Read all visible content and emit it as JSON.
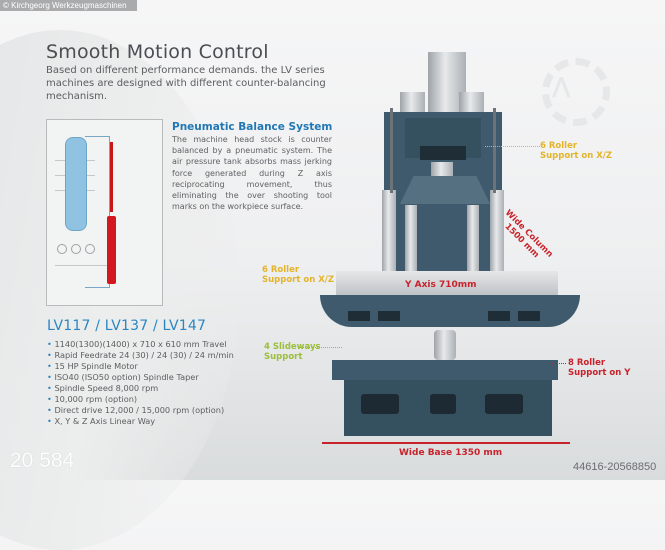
{
  "watermark": "© Kirchgeorg Werkzeugmaschinen",
  "header": {
    "title": "Smooth Motion Control",
    "subtitle": "Based on different performance demands. the LV series machines are designed with different counter-balancing mechanism."
  },
  "pneumatic": {
    "title": "Pneumatic Balance System",
    "body": "The machine head stock is counter balanced by a pneumatic system.  The air pressure tank absorbs mass jerking force generated during Z axis reciprocating movement, thus eliminating the over shooting tool marks on the workpiece surface."
  },
  "models": {
    "title": "LV117 / LV137 / LV147",
    "specs": [
      "1140(1300)(1400) x 710 x 610 mm Travel",
      "Rapid Feedrate 24 (30) / 24 (30) / 24 m/min",
      "15 HP Spindle Motor",
      "ISO40 (ISO50 option) Spindle Taper",
      "Spindle Speed 8,000 rpm",
      "10,000 rpm (option)",
      "Direct drive 12,000 / 15,000 rpm (option)",
      "X, Y & Z Axis Linear Way"
    ]
  },
  "callouts": {
    "roller_right": [
      "6 Roller",
      "Support on X/Z"
    ],
    "roller_left": [
      "6 Roller",
      "Support on X/Z"
    ],
    "wide_column": [
      "Wide Column",
      "1500 mm"
    ],
    "y_axis": "Y Axis 710mm",
    "slideways": [
      "4 Slideways",
      "Support"
    ],
    "roller_y": [
      "8 Roller",
      "Support on Y"
    ],
    "wide_base": "Wide Base 1350 mm"
  },
  "colors": {
    "accent_blue": "#2a86c3",
    "callout_yellow": "#e3b42a",
    "callout_green": "#9cbf3a",
    "callout_red": "#c8232c",
    "machine_blue": "#3f5a6c"
  },
  "footer": {
    "left_number": "20 584",
    "right_number": "44616-20568850"
  }
}
